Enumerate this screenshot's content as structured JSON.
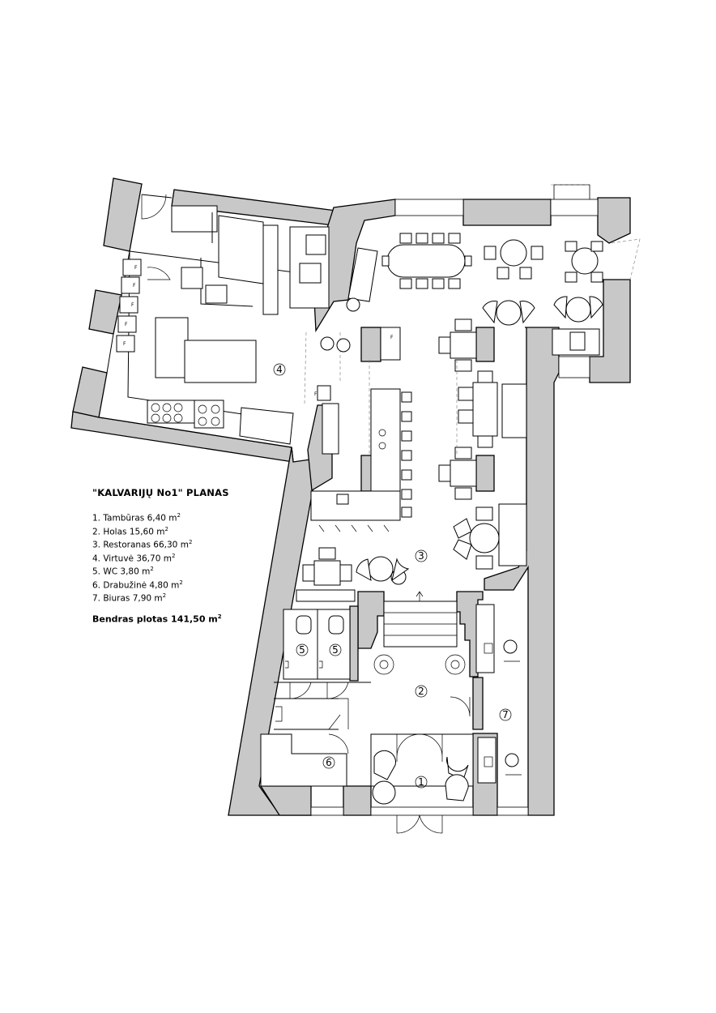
{
  "legend": {
    "title": "\"KALVARIJŲ No1\" PLANAS",
    "rooms": [
      {
        "text": "1. Tambūras 6,40 m",
        "sup": "2"
      },
      {
        "text": "2. Holas 15,60 m",
        "sup": "2"
      },
      {
        "text": "3. Restoranas 66,30 m",
        "sup": "2"
      },
      {
        "text": "4. Virtuvė 36,70 m",
        "sup": "2"
      },
      {
        "text": "5. WC 3,80 m",
        "sup": "2"
      },
      {
        "text": "6. Drabužinė 4,80 m",
        "sup": "2"
      },
      {
        "text": "7. Biuras 7,90 m",
        "sup": "2"
      }
    ],
    "total": {
      "text": "Bendras plotas 141,50 m",
      "sup": "2"
    }
  },
  "room_labels": {
    "r1": "1",
    "r2": "2",
    "r3": "3",
    "r4": "4",
    "r5a": "5",
    "r5b": "5",
    "r6": "6",
    "r7": "7"
  },
  "fridge_mark": "F",
  "colors": {
    "wall_fill": "#c8c8c8",
    "line": "#000000"
  }
}
